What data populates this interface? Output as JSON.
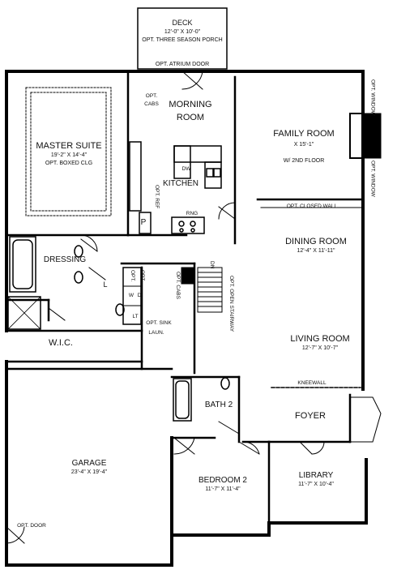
{
  "rooms": {
    "deck": {
      "name": "DECK",
      "dims": "12'-0\" X 10'-0\"",
      "note": "OPT. THREE SEASON PORCH"
    },
    "atrium": "OPT. ATRIUM DOOR",
    "morning": {
      "line1": "MORNING",
      "line2": "ROOM"
    },
    "family": {
      "name": "FAMILY ROOM",
      "dims": "X 15'-1\"",
      "note": "W/ 2ND FLOOR"
    },
    "master": {
      "name": "MASTER SUITE",
      "dims": "19'-2\" X 14'-4\"",
      "note": "OPT. BOXED CLG"
    },
    "kitchen": "KITCHEN",
    "dressing": "DRESSING",
    "dining": {
      "name": "DINING ROOM",
      "dims": "12'-4\" X 11'-11\""
    },
    "living": {
      "name": "LIVING ROOM",
      "dims": "12'-7\" X 10'-7\""
    },
    "wic": "W.I.C.",
    "laun": "LAUN.",
    "bath2": "BATH 2",
    "foyer": "FOYER",
    "garage": {
      "name": "GARAGE",
      "dims": "23'-4\" X 19'-4\""
    },
    "bedroom2": {
      "name": "BEDROOM 2",
      "dims": "11'-7\" X 11'-4\""
    },
    "library": {
      "name": "LIBRARY",
      "dims": "11'-7\" X 10'-4\""
    }
  },
  "notes": {
    "opt_cabs": [
      "OPT.",
      "CABS"
    ],
    "dw": "DW",
    "opt_ref": "OPT. REF",
    "p": "P",
    "rng": "RNG",
    "l": "L",
    "opt_closed_wall": "OPT. CLOSED WALL",
    "opt_open_stairway": "OPT. OPEN STAIRWAY",
    "dn": "DN",
    "opt_cabs_v": "OPT. CABS",
    "opt_sink": "OPT. SINK",
    "lt": "LT",
    "kneewall": "KNEEWALL",
    "opt_door": "OPT. DOOR",
    "opt_window": "OPT. WINDOW",
    "opt": "OPT.",
    "w": "W",
    "d": "D"
  }
}
